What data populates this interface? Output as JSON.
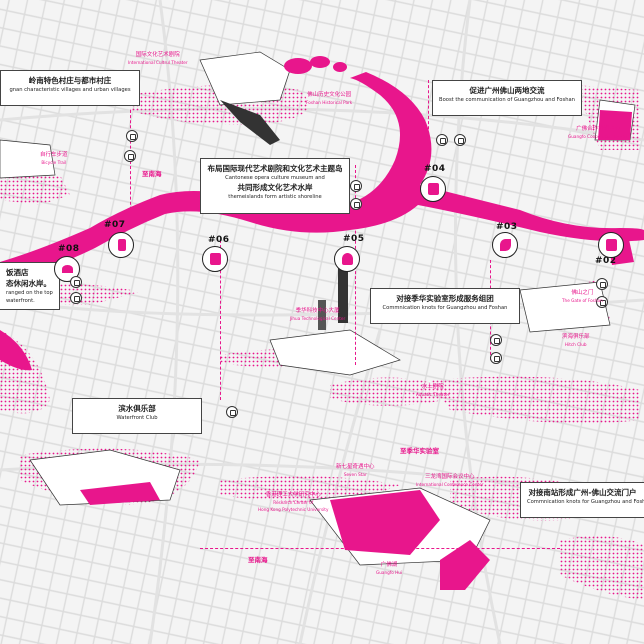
{
  "colors": {
    "accent": "#e8168c",
    "background": "#f4f4f4",
    "ink": "#222222"
  },
  "callouts": [
    {
      "id": "villages",
      "zh": "岭南特色村庄与都市村庄",
      "en": "gnan characteristic villages and urban villages"
    },
    {
      "id": "communication",
      "zh": "促进广州佛山两地交流",
      "en": "Boost the communication of Guangzhou and Foshan"
    },
    {
      "id": "opera",
      "zh": "布局国际现代艺术剧院和文化艺术主题岛",
      "zh2": "共同形成文化艺术水岸",
      "en": "Cantonese opera culture museum and",
      "en2": "themeislands form artistic shoreline"
    },
    {
      "id": "hotel",
      "zh": "饭酒店",
      "zh2": "态休闲水岸。",
      "en": "ranged on the top",
      "en2": "waterfront."
    },
    {
      "id": "service",
      "zh": "对接季华实验室形成服务组团",
      "en": "Commnication knots for Guangzhou and Foshan"
    },
    {
      "id": "club",
      "zh": "滨水俱乐部",
      "en": "Waterfront Club"
    },
    {
      "id": "gateway",
      "zh": "对接南站形成广州-佛山交流门户",
      "en": "Commnication knots for Guangzhou and Foshan"
    }
  ],
  "nodes": [
    "#02",
    "#03",
    "#04",
    "#05",
    "#06",
    "#07",
    "#08"
  ],
  "places": [
    {
      "zh": "国际文化艺术剧院",
      "en": "International Cultrul Theater"
    },
    {
      "zh": "佛山历史文化公园",
      "en": "Foshan Historical Park"
    },
    {
      "zh": "广佛合作协调中心",
      "en": "Guangfo Cooperation Center"
    },
    {
      "zh": "自行车步道",
      "en": "Bicycle Trail"
    },
    {
      "zh": "季华科技中心大厦",
      "en": "Jihua Technological Center"
    },
    {
      "zh": "水上剧院",
      "en": "Aquatic Theater"
    },
    {
      "zh": "佛山之门",
      "en": "The Gate of Foshan"
    },
    {
      "zh": "滨海俱乐部",
      "en": "Hitch Club"
    },
    {
      "zh": "三龙湾国际会议中心",
      "en": "International Conference Center"
    },
    {
      "zh": "香港理工大学研究中心",
      "en": "Research Center of",
      "en2": "Hong Kong Polytechnic University"
    },
    {
      "zh": "新七星奇遇中心",
      "en": "Seven Star"
    },
    {
      "zh": "广佛湖",
      "en": "Guangfo Hui"
    }
  ],
  "directions": [
    "至南海",
    "至季华实验室",
    "至南海"
  ]
}
